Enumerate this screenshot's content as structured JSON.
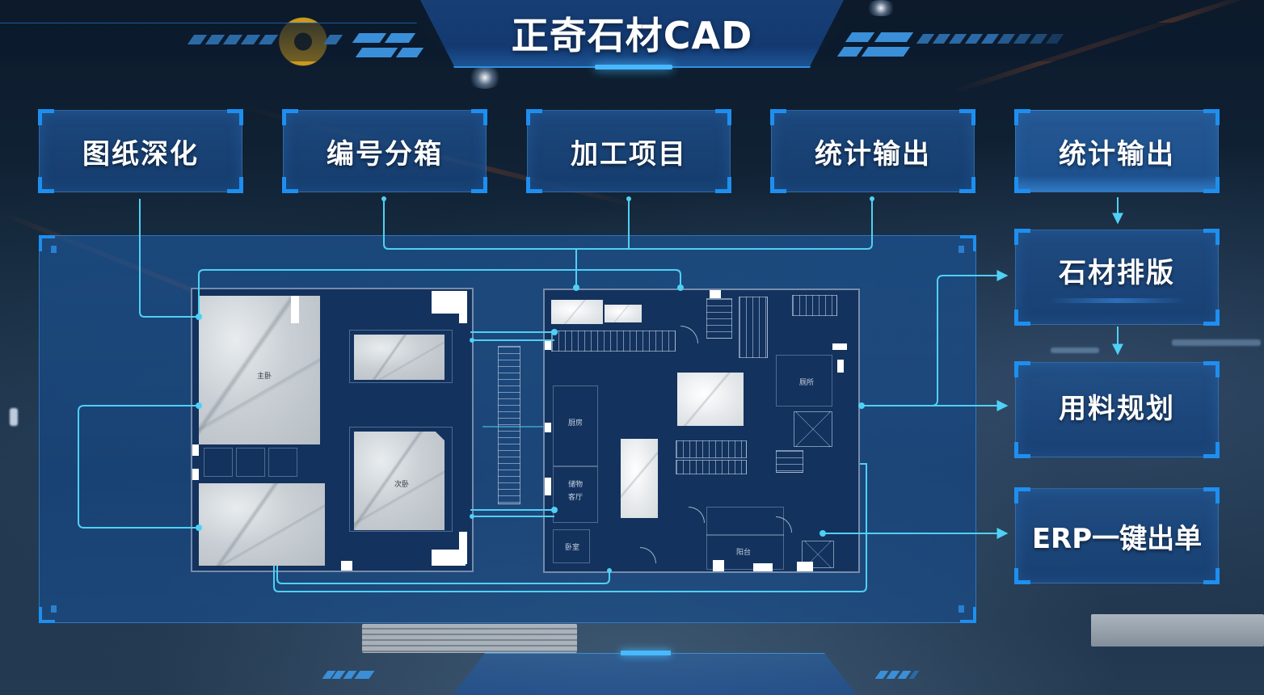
{
  "header": {
    "title": "正奇石材CAD"
  },
  "top_modules": [
    {
      "id": "drawing-deepening",
      "label": "图纸深化"
    },
    {
      "id": "numbering-boxing",
      "label": "编号分箱"
    },
    {
      "id": "processing-items",
      "label": "加工项目"
    },
    {
      "id": "statistics-output-1",
      "label": "统计输出"
    },
    {
      "id": "statistics-output-2",
      "label": "统计输出"
    }
  ],
  "right_modules": [
    {
      "id": "stone-layout",
      "label": "石材排版"
    },
    {
      "id": "material-planning",
      "label": "用料规划"
    },
    {
      "id": "erp-one-click-order",
      "label": "ERP一键出单"
    }
  ],
  "floor_plan": {
    "left_rooms": [
      {
        "label": "主卧"
      },
      {
        "label": "次卧"
      }
    ],
    "right_rooms": [
      {
        "label": "厨房"
      },
      {
        "label": "储物"
      },
      {
        "label": "客厅"
      },
      {
        "label": "卧室"
      },
      {
        "label": "厕所"
      },
      {
        "label": "阳台"
      }
    ]
  },
  "colors": {
    "accent": "#1e8ff0",
    "connector": "#4fd0f5",
    "panel": "#1c508c",
    "title_text": "#ffffff"
  }
}
